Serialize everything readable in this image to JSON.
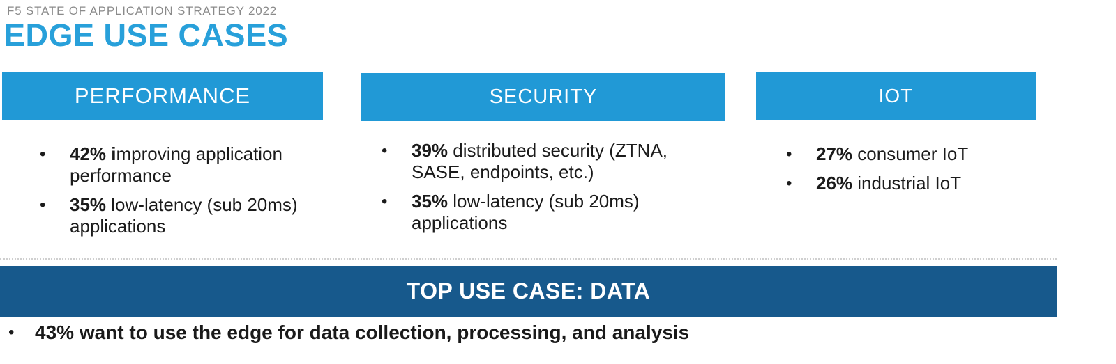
{
  "header": {
    "eyebrow": "F5 STATE OF APPLICATION STRATEGY 2022",
    "title": "EDGE USE CASES"
  },
  "colors": {
    "light_blue_bar": "#2199d6",
    "dark_blue_banner": "#17598c",
    "title_blue": "#28a0da",
    "eyebrow_gray": "#8a8a8a",
    "body_text": "#1b1b1b"
  },
  "glyphs": {
    "bullet": "•"
  },
  "columns": [
    {
      "id": "performance",
      "header": "PERFORMANCE",
      "bullets": [
        {
          "bold": "42% i",
          "rest": "mproving application performance"
        },
        {
          "bold": "35%",
          "rest": " low-latency (sub 20ms) applications"
        }
      ]
    },
    {
      "id": "security",
      "header": "SECURITY",
      "bullets": [
        {
          "bold": "39%",
          "rest": " distributed security (ZTNA, SASE, endpoints, etc.)"
        },
        {
          "bold": "35%",
          "rest": " low-latency (sub 20ms) applications"
        }
      ]
    },
    {
      "id": "iot",
      "header": "IOT",
      "bullets": [
        {
          "bold": "27%",
          "rest": " consumer IoT"
        },
        {
          "bold": "26%",
          "rest": " industrial IoT"
        }
      ]
    }
  ],
  "banner": {
    "label": "TOP USE CASE: DATA"
  },
  "footer_bullet": {
    "text": "43% want to use the edge for data collection, processing, and analysis"
  }
}
